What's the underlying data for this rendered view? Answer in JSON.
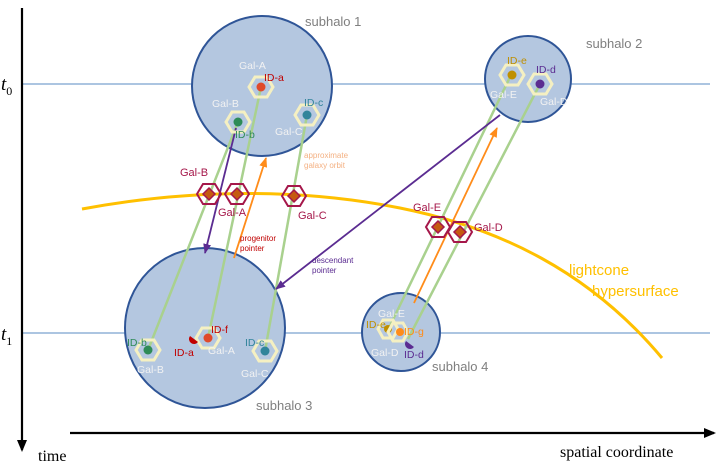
{
  "axes": {
    "time_label": "time",
    "space_label": "spatial coordinate",
    "t0_label": "t",
    "t0_sub": "0",
    "t1_label": "t",
    "t1_sub": "1"
  },
  "subhalos": [
    {
      "name": "subhalo 1"
    },
    {
      "name": "subhalo 2"
    },
    {
      "name": "subhalo 3"
    },
    {
      "name": "subhalo 4"
    }
  ],
  "lightcone": {
    "label_line1": "lightcone",
    "label_line2": "hypersurface"
  },
  "annotations": {
    "orbit_line1": "approximate",
    "orbit_line2": "galaxy orbit",
    "progenitor_line1": "progenitor",
    "progenitor_line2": "pointer",
    "descendant_line1": "descendant",
    "descendant_line2": "pointer"
  },
  "crossings": [
    {
      "label": "Gal-B"
    },
    {
      "label": "Gal-A"
    },
    {
      "label": "Gal-C"
    },
    {
      "label": "Gal-E"
    },
    {
      "label": "Gal-D"
    }
  ],
  "galaxies": {
    "s1": {
      "gal_a": "Gal-A",
      "id_a": "ID-a",
      "gal_b": "Gal-B",
      "id_b": "ID-b",
      "gal_c": "Gal-C",
      "id_c": "ID-c"
    },
    "s2": {
      "id_e": "ID-e",
      "id_d": "ID-d",
      "gal_e": "Gal-E",
      "gal_d": "Gal-D"
    },
    "s3": {
      "id_b": "ID-b",
      "gal_b": "Gal-B",
      "id_f": "ID-f",
      "id_a": "ID-a",
      "gal_a": "Gal-A",
      "id_c": "ID-c",
      "gal_c": "Gal-C"
    },
    "s4": {
      "gal_e": "Gal-E",
      "id_e": "ID-e",
      "id_g": "ID-g",
      "gal_d": "Gal-D",
      "id_d": "ID-d"
    }
  },
  "colors": {
    "halo_fill": "#b4c7e0",
    "halo_stroke": "#2f5597",
    "timeline": "#7ba2cf",
    "lightcone": "#ffc000",
    "orbit": "#a9d18e",
    "progenitor": "#ff8c1a",
    "descendant": "#5b2c91",
    "crossing": "#a5174a",
    "hex": "#f5f0c2"
  }
}
